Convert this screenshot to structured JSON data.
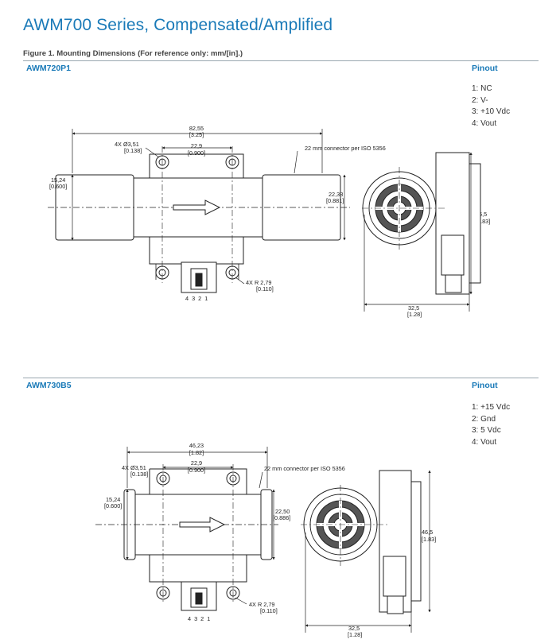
{
  "title": "AWM700 Series, Compensated/Amplified",
  "figure_caption": "Figure 1. Mounting Dimensions (For reference only: mm/[in].)",
  "sections": [
    {
      "model": "AWM720P1",
      "pinout_title": "Pinout",
      "pins": [
        "1: NC",
        "2: V-",
        "3: +10 Vdc",
        "4: Vout"
      ],
      "dims": {
        "overall_mm": "82,55",
        "overall_in": "[3.25]",
        "hole_label": "4X Ø3,51",
        "hole_in": "[0.138]",
        "hole_spacing_mm": "22,9",
        "hole_spacing_in": "[0.900]",
        "connector_note": "22 mm connector per ISO 5356",
        "left_dia_mm": "15,24",
        "left_dia_in": "[0.600]",
        "right_dia_mm": "22,38",
        "right_dia_in": "[0.881]",
        "radius_label": "4X R 2,79",
        "radius_in": "[0.110]",
        "pin_numbers": "4 3 2 1",
        "height_mm": "46,5",
        "height_in": "[1.83]",
        "width_mm": "32,5",
        "width_in": "[1.28]"
      }
    },
    {
      "model": "AWM730B5",
      "pinout_title": "Pinout",
      "pins": [
        "1: +15 Vdc",
        "2: Gnd",
        "3: 5 Vdc",
        "4: Vout"
      ],
      "dims": {
        "overall_mm": "46,23",
        "overall_in": "[1.82]",
        "hole_label": "4X Ø3,51",
        "hole_in": "[0.138]",
        "hole_spacing_mm": "22,9",
        "hole_spacing_in": "[0.900]",
        "connector_note": "22 mm connector per ISO 5356",
        "left_dia_mm": "15,24",
        "left_dia_in": "[0.600]",
        "right_dia_mm": "22,50",
        "right_dia_in": "[0.886]",
        "radius_label": "4X R 2,79",
        "radius_in": "[0.110]",
        "pin_numbers": "4 3 2 1",
        "height_mm": "46,5",
        "height_in": "[1.83]",
        "width_mm": "32,5",
        "width_in": "[1.28]"
      }
    }
  ]
}
